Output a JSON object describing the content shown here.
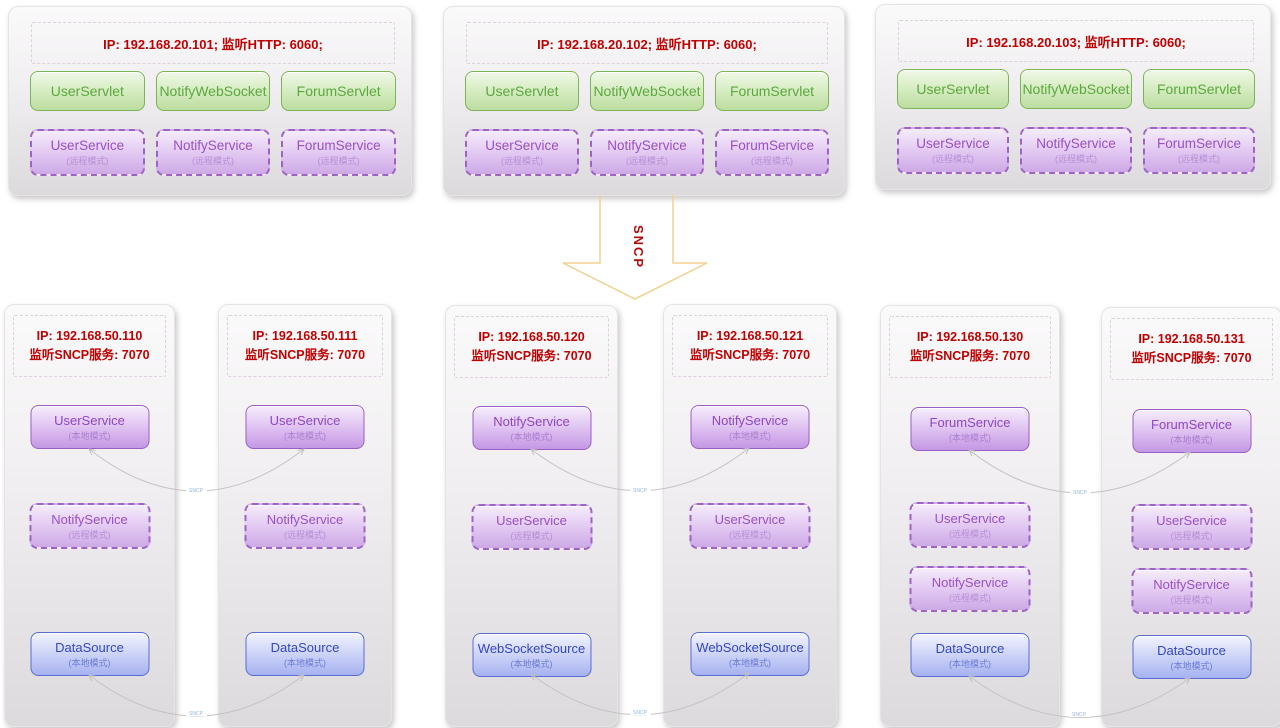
{
  "top_servers": [
    {
      "ip_info": "IP: 192.168.20.101;  监听HTTP: 6060;",
      "servlets": [
        "UserServlet",
        "NotifyWebSocket",
        "ForumServlet"
      ],
      "services": [
        {
          "name": "UserService",
          "mode": "(远程模式)"
        },
        {
          "name": "NotifyService",
          "mode": "(远程模式)"
        },
        {
          "name": "ForumService",
          "mode": "(远程模式)"
        }
      ]
    },
    {
      "ip_info": "IP: 192.168.20.102;  监听HTTP: 6060;",
      "servlets": [
        "UserServlet",
        "NotifyWebSocket",
        "ForumServlet"
      ],
      "services": [
        {
          "name": "UserService",
          "mode": "(远程模式)"
        },
        {
          "name": "NotifyService",
          "mode": "(远程模式)"
        },
        {
          "name": "ForumService",
          "mode": "(远程模式)"
        }
      ]
    },
    {
      "ip_info": "IP: 192.168.20.103;  监听HTTP: 6060;",
      "servlets": [
        "UserServlet",
        "NotifyWebSocket",
        "ForumServlet"
      ],
      "services": [
        {
          "name": "UserService",
          "mode": "(远程模式)"
        },
        {
          "name": "NotifyService",
          "mode": "(远程模式)"
        },
        {
          "name": "ForumService",
          "mode": "(远程模式)"
        }
      ]
    }
  ],
  "sncp_arrow": {
    "label": "SNCP"
  },
  "bottom_servers": [
    {
      "ip_line1": "IP: 192.168.50.110",
      "ip_line2": "监听SNCP服务: 7070",
      "services": [
        {
          "name": "UserService",
          "mode": "(本地模式)"
        },
        {
          "name": "NotifyService",
          "mode": "(远程模式)"
        },
        {
          "name": "DataSource",
          "mode": "(本地模式)"
        }
      ]
    },
    {
      "ip_line1": "IP: 192.168.50.111",
      "ip_line2": "监听SNCP服务: 7070",
      "services": [
        {
          "name": "UserService",
          "mode": "(本地模式)"
        },
        {
          "name": "NotifyService",
          "mode": "(远程模式)"
        },
        {
          "name": "DataSource",
          "mode": "(本地模式)"
        }
      ]
    },
    {
      "ip_line1": "IP: 192.168.50.120",
      "ip_line2": "监听SNCP服务: 7070",
      "services": [
        {
          "name": "NotifyService",
          "mode": "(本地模式)"
        },
        {
          "name": "UserService",
          "mode": "(远程模式)"
        },
        {
          "name": "WebSocketSource",
          "mode": "(本地模式)"
        }
      ]
    },
    {
      "ip_line1": "IP: 192.168.50.121",
      "ip_line2": "监听SNCP服务: 7070",
      "services": [
        {
          "name": "NotifyService",
          "mode": "(本地模式)"
        },
        {
          "name": "UserService",
          "mode": "(远程模式)"
        },
        {
          "name": "WebSocketSource",
          "mode": "(本地模式)"
        }
      ]
    },
    {
      "ip_line1": "IP: 192.168.50.130",
      "ip_line2": "监听SNCP服务: 7070",
      "services": [
        {
          "name": "ForumService",
          "mode": "(本地模式)"
        },
        {
          "name": "UserService",
          "mode": "(远程模式)"
        },
        {
          "name": "NotifyService",
          "mode": "(远程模式)"
        },
        {
          "name": "DataSource",
          "mode": "(本地模式)"
        }
      ]
    },
    {
      "ip_line1": "IP: 192.168.50.131",
      "ip_line2": "监听SNCP服务: 7070",
      "services": [
        {
          "name": "ForumService",
          "mode": "(本地模式)"
        },
        {
          "name": "UserService",
          "mode": "(远程模式)"
        },
        {
          "name": "NotifyService",
          "mode": "(远程模式)"
        },
        {
          "name": "DataSource",
          "mode": "(本地模式)"
        }
      ]
    }
  ],
  "connections": [
    {
      "label": "SNCP",
      "from": "UserService@192.168.50.110",
      "to": "UserService@192.168.50.111"
    },
    {
      "label": "SNCP",
      "from": "DataSource@192.168.50.110",
      "to": "DataSource@192.168.50.111"
    },
    {
      "label": "SNCP",
      "from": "NotifyService@192.168.50.120",
      "to": "NotifyService@192.168.50.121"
    },
    {
      "label": "SNCP",
      "from": "WebSocketSource@192.168.50.120",
      "to": "WebSocketSource@192.168.50.121"
    },
    {
      "label": "SNCP",
      "from": "ForumService@192.168.50.130",
      "to": "ForumService@192.168.50.131"
    },
    {
      "label": "SNCP",
      "from": "DataSource@192.168.50.130",
      "to": "DataSource@192.168.50.131"
    }
  ],
  "colors": {
    "ip_text": "#c00000",
    "green_border": "#7cb458",
    "green_text": "#5ba83e",
    "purple_border": "#9d64c6",
    "purple_text": "#9950c6",
    "blue_border": "#5a6cd4",
    "blue_text": "#3347c4",
    "arrow_outline": "#f1d190",
    "arrow_text": "#b40808",
    "connector": "#c3c3c3"
  }
}
